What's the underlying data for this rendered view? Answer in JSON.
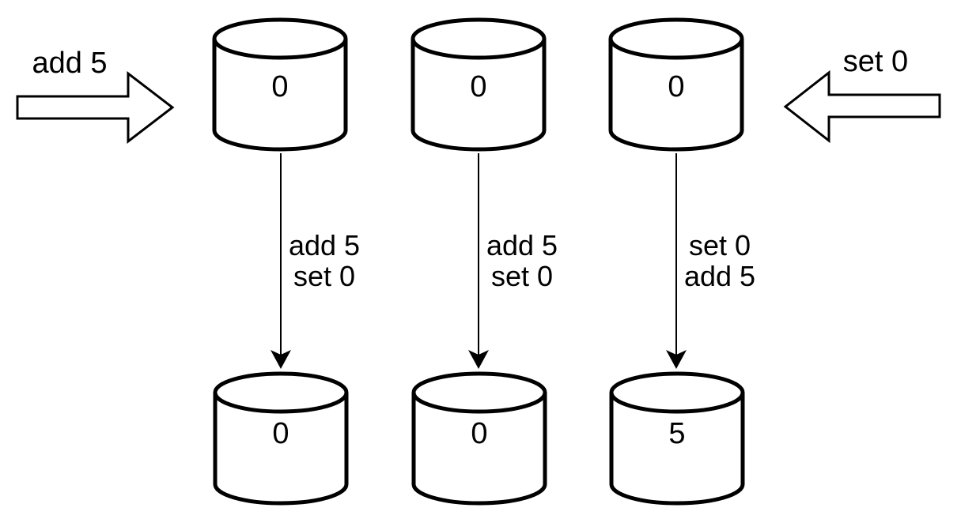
{
  "diagram": {
    "colors": {
      "stroke": "#000000",
      "fill": "#ffffff",
      "background": "#ffffff"
    },
    "left_input_arrow": {
      "label": "add 5"
    },
    "right_input_arrow": {
      "label": "set 0"
    },
    "top_cylinders": [
      {
        "value": "0"
      },
      {
        "value": "0"
      },
      {
        "value": "0"
      }
    ],
    "bottom_cylinders": [
      {
        "value": "0"
      },
      {
        "value": "0"
      },
      {
        "value": "5"
      }
    ],
    "transitions": [
      {
        "op1": "add 5",
        "op2": "set 0"
      },
      {
        "op1": "add 5",
        "op2": "set 0"
      },
      {
        "op1": "set 0",
        "op2": "add 5"
      }
    ]
  }
}
